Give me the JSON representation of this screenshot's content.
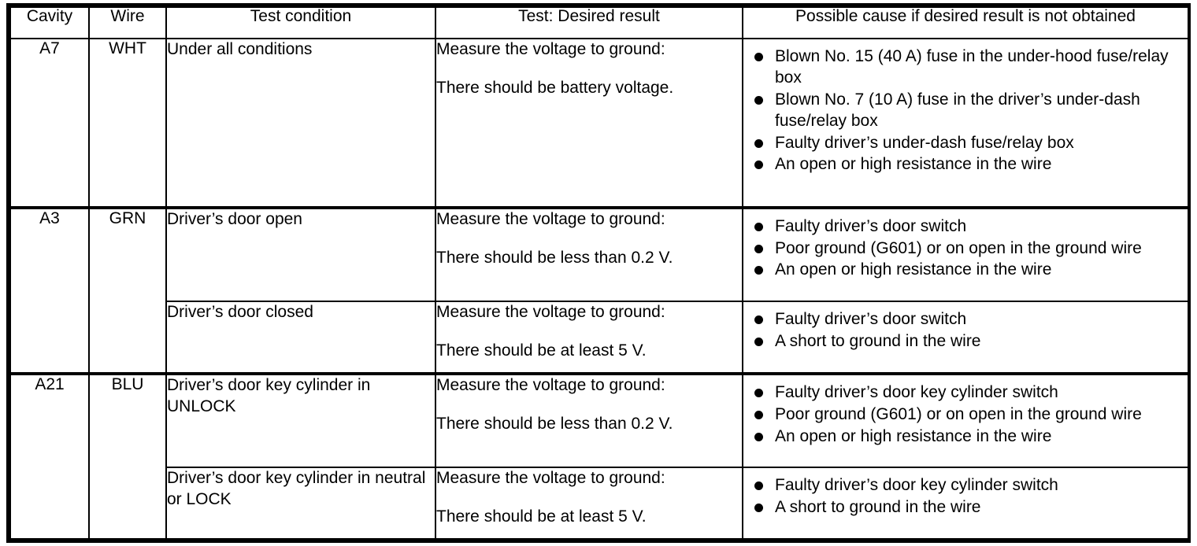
{
  "table": {
    "headers": [
      "Cavity",
      "Wire",
      "Test condition",
      "Test: Desired result",
      "Possible cause if desired result is not obtained"
    ],
    "rows": [
      {
        "cavity": "A7",
        "wire": "WHT",
        "subrows": [
          {
            "condition": "Under all conditions",
            "result_line1": "Measure the voltage to ground:",
            "result_line2": "There should be battery voltage.",
            "causes": [
              "Blown No. 15 (40 A) fuse in the under-hood fuse/relay box",
              "Blown No. 7 (10 A) fuse in the driver’s under-dash fuse/relay box",
              "Faulty driver’s under-dash fuse/relay box",
              "An open or high resistance in the wire"
            ]
          }
        ]
      },
      {
        "cavity": "A3",
        "wire": "GRN",
        "subrows": [
          {
            "condition": "Driver’s door open",
            "result_line1": "Measure the voltage to ground:",
            "result_line2": "There should be less than 0.2 V.",
            "causes": [
              "Faulty driver’s door switch",
              "Poor ground (G601) or on open in the ground wire",
              "An open or high resistance in the wire"
            ]
          },
          {
            "condition": "Driver’s door closed",
            "result_line1": "Measure the voltage to ground:",
            "result_line2": "There should be at least 5 V.",
            "causes": [
              "Faulty driver’s door switch",
              "A short to ground in the wire"
            ]
          }
        ]
      },
      {
        "cavity": "A21",
        "wire": "BLU",
        "subrows": [
          {
            "condition": "Driver’s door key cylinder in UNLOCK",
            "result_line1": "Measure the voltage to ground:",
            "result_line2": "There should be less than 0.2 V.",
            "causes": [
              "Faulty driver’s door key cylinder switch",
              "Poor ground (G601) or on open in the ground wire",
              "An open or high resistance in the wire"
            ]
          },
          {
            "condition": "Driver’s door key cylinder in neutral or LOCK",
            "result_line1": "Measure the voltage to ground:",
            "result_line2": "There should be at least 5 V.",
            "causes": [
              "Faulty driver’s door key cylinder switch",
              "A short to ground in the wire"
            ]
          }
        ]
      }
    ]
  },
  "colors": {
    "border": "#000000",
    "text": "#000000",
    "background": "#ffffff"
  }
}
